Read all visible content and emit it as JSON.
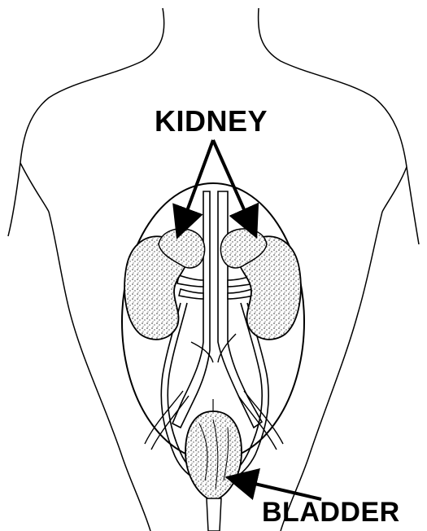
{
  "labels": {
    "kidney": "KIDNEY",
    "bladder": "BLADDER"
  },
  "colors": {
    "line": "#000000",
    "background": "#ffffff",
    "organ_fill": "#e6e6e6"
  },
  "icons": {
    "kidney": "kidney-shape",
    "bladder": "bladder-shape",
    "arrow": "arrow-pointer"
  }
}
